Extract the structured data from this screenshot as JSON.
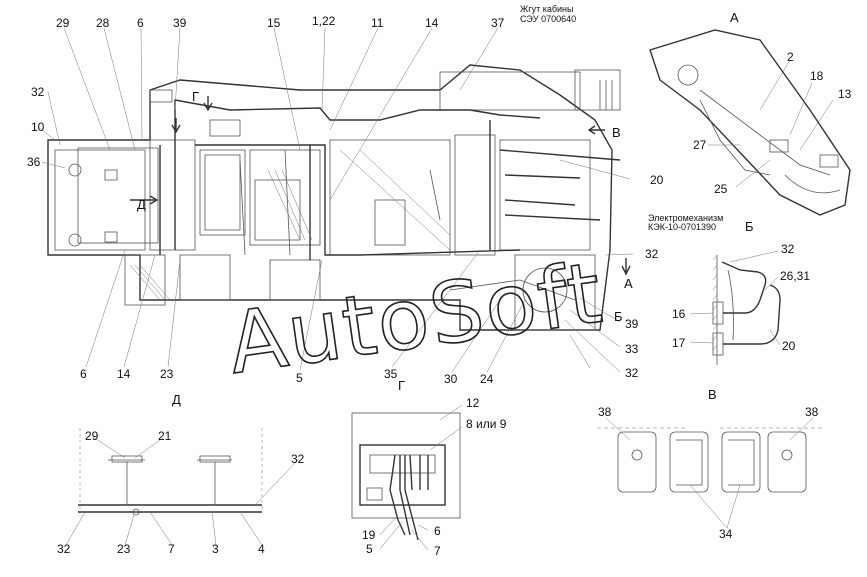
{
  "views": {
    "a": "А",
    "b": "Б",
    "v": "В",
    "g": "Г",
    "d": "Д"
  },
  "notes": {
    "cabin_harness_line1": "Жгут кабины",
    "cabin_harness_line2": "СЭУ 0700640",
    "electromech_line1": "Электромеханизм",
    "electromech_line2": "КЭК-10-0701390"
  },
  "watermark": "AutoSoft",
  "callouts_main": [
    "29",
    "28",
    "6",
    "39",
    "15",
    "1,22",
    "11",
    "14",
    "37",
    "32",
    "10",
    "36",
    "20",
    "32",
    "39",
    "33",
    "32",
    "6",
    "14",
    "23",
    "5",
    "35",
    "30",
    "24"
  ],
  "callouts_a": [
    "2",
    "18",
    "13",
    "27",
    "25"
  ],
  "callouts_b": [
    "32",
    "26,31",
    "16",
    "17",
    "20"
  ],
  "callouts_v": [
    "38",
    "38",
    "34"
  ],
  "callouts_g": [
    "12",
    "8 или 9",
    "19",
    "5",
    "6",
    "7"
  ],
  "callouts_d": [
    "29",
    "21",
    "32",
    "32",
    "23",
    "7",
    "3",
    "4"
  ]
}
